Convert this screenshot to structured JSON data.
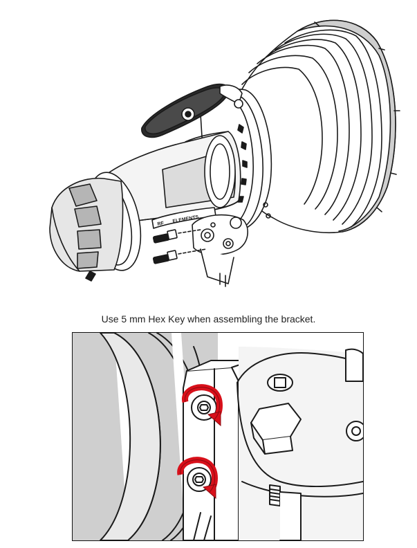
{
  "caption": "Use 5 mm Hex Key when assembling the bracket.",
  "illustration": {
    "brand_text": "ELEMENTS",
    "brand_mark": "RF"
  },
  "colors": {
    "line": "#1a1a1a",
    "shade_light": "#d8d8d8",
    "shade_mid": "#bdbdbd",
    "shade_dark": "#6e6e6e",
    "arrow_red": "#d8101a"
  },
  "icons": {
    "rotation_arrow_top": "clockwise-rotation-arrow-icon",
    "rotation_arrow_bottom": "clockwise-rotation-arrow-icon"
  }
}
